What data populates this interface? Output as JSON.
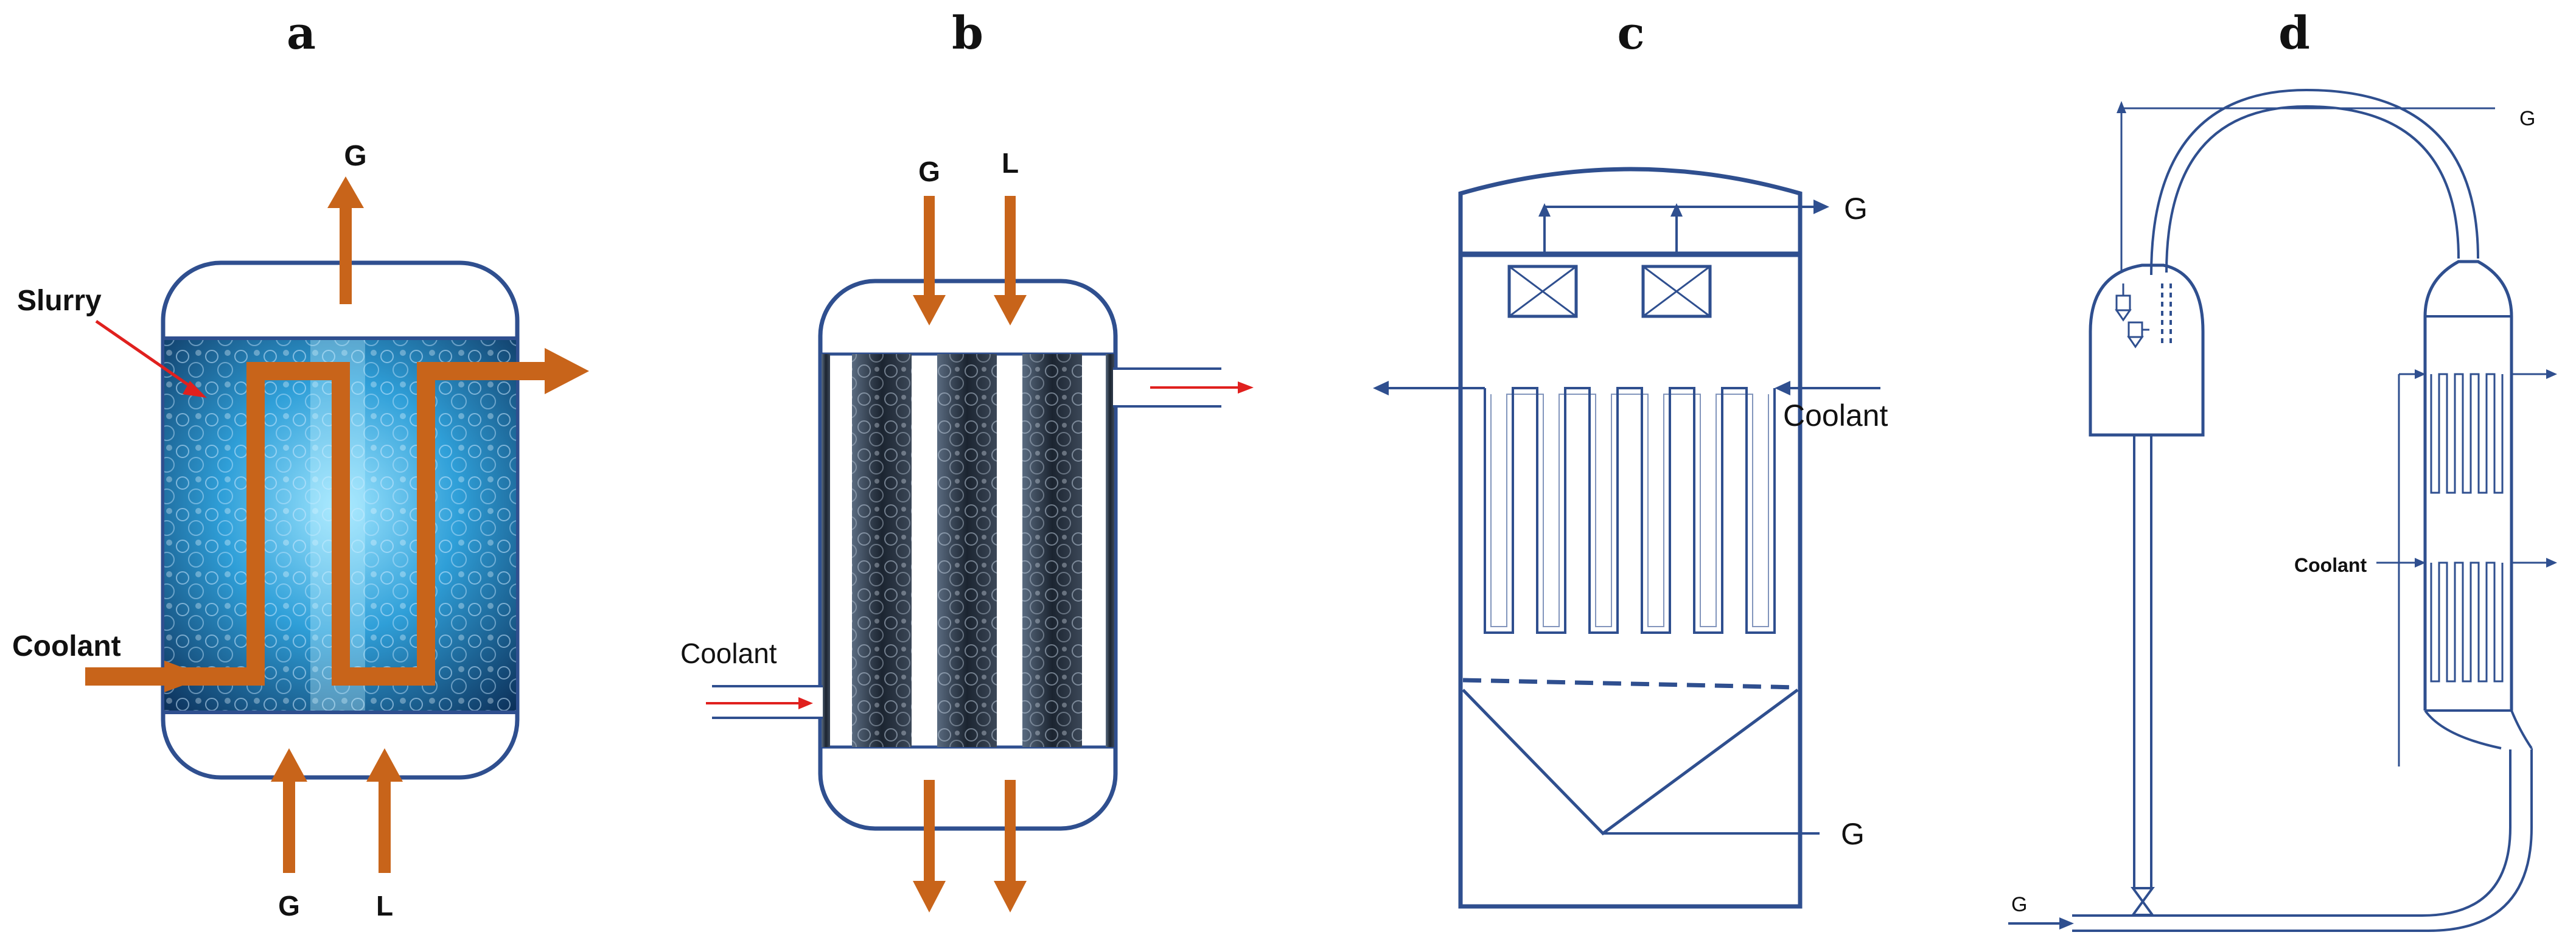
{
  "colors": {
    "outline": "#2f4f8f",
    "flow_arrow": "#c8641a",
    "coolant_arrow": "#e0201e",
    "slurry_dark": "#0c3a66",
    "slurry_light": "#4fc0ee"
  },
  "panels": {
    "a": {
      "letter": "a",
      "gas_top": "G",
      "slurry": "Slurry",
      "coolant": "Coolant",
      "gas_in": "G",
      "liquid_in": "L"
    },
    "b": {
      "letter": "b",
      "gas_in": "G",
      "liquid_in": "L",
      "coolant": "Coolant"
    },
    "c": {
      "letter": "c",
      "gas_out": "G",
      "coolant": "Coolant",
      "gas_in": "G"
    },
    "d": {
      "letter": "d",
      "gas_out": "G",
      "coolant": "Coolant",
      "gas_in": "G"
    }
  }
}
